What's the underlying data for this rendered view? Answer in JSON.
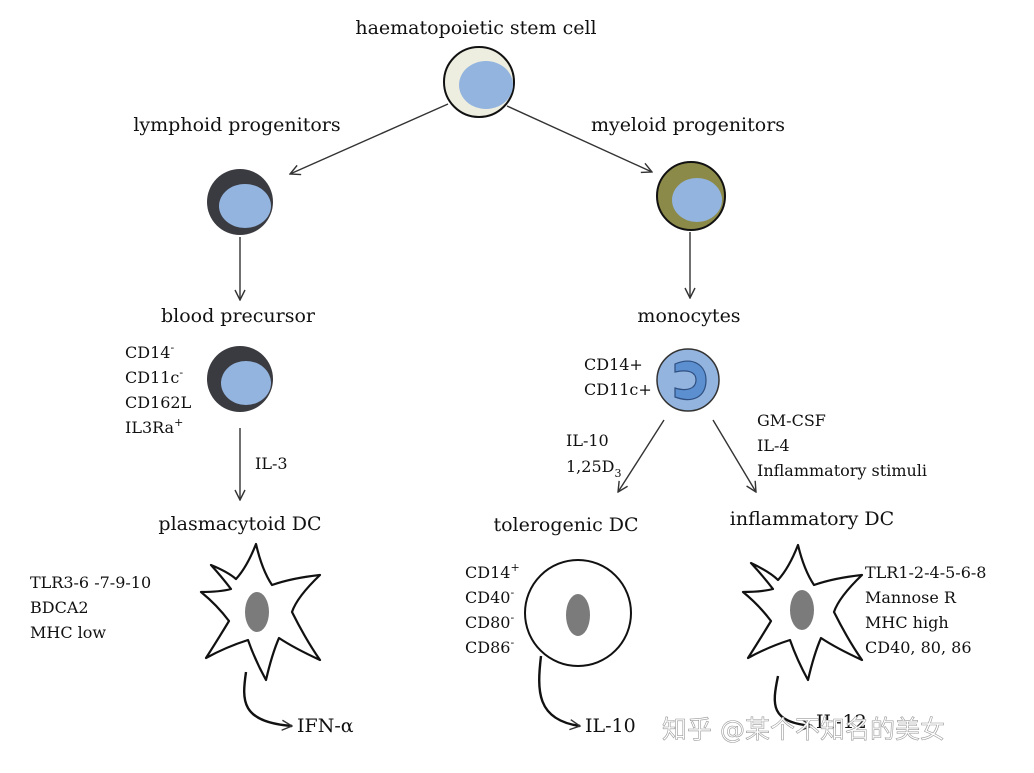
{
  "stem_cell": "haematopoietic stem cell",
  "lymphoid": "lymphoid progenitors",
  "myeloid": "myeloid progenitors",
  "blood_precursor": "blood precursor",
  "monocytes": "monocytes",
  "bp_markers": [
    {
      "base": "CD14",
      "sup": "-"
    },
    {
      "base": "CD11c",
      "sup": "-"
    },
    {
      "base": "CD162L",
      "sup": ""
    },
    {
      "base": "IL3Ra",
      "sup": "+"
    }
  ],
  "mono_markers": [
    "CD14+",
    "CD11c+"
  ],
  "il3": "IL-3",
  "tol_stim": {
    "line1": "IL-10",
    "line2_base": "1,25D",
    "line2_sub": "3"
  },
  "infl_stim": [
    "GM-CSF",
    "IL-4",
    "Inflammatory stimuli"
  ],
  "pdc": "plasmacytoid DC",
  "tol_dc": "tolerogenic DC",
  "infl_dc": "inflammatory DC",
  "pdc_markers": [
    "TLR3-6 -7-9-10",
    "BDCA2",
    "MHC low"
  ],
  "tol_markers": [
    {
      "base": "CD14",
      "sup": "+"
    },
    {
      "base": "CD40",
      "sup": "-"
    },
    {
      "base": "CD80",
      "sup": "-"
    },
    {
      "base": "CD86",
      "sup": "-"
    }
  ],
  "infl_markers": [
    "TLR1-2-4-5-6-8",
    "Mannose R",
    "MHC high",
    "CD40, 80, 86"
  ],
  "outputs": {
    "pdc": "IFN-α",
    "tol": "IL-10",
    "infl": "IL-12"
  },
  "watermark": "知乎 @某个不知名的美女",
  "colors": {
    "nucleus": "#93b4df",
    "stem_outer": "#eeeee0",
    "lymphoid_outer": "#3a3b40",
    "myeloid_outer": "#8c8a49",
    "dc_nucleus": "#7b7b7b",
    "monocyte_nucleus": "#5b8fd0"
  }
}
